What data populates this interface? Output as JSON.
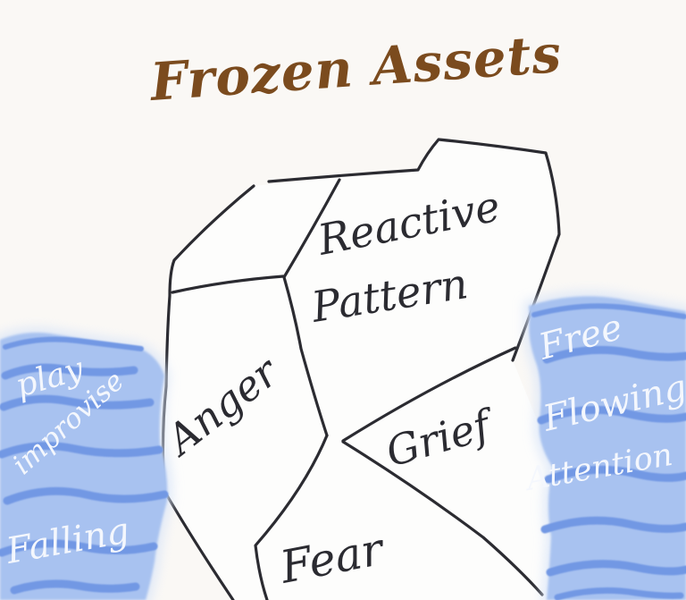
{
  "title": {
    "text": "Frozen Assets",
    "color": "#7b4b1e"
  },
  "iceberg": {
    "ink_color": "#2b2b31",
    "fill_color": "#fdfdfc",
    "labels": {
      "reactive_line1": "Reactive",
      "reactive_line2": "Pattern",
      "anger": "Anger",
      "grief": "Grief",
      "fear": "Fear"
    }
  },
  "water": {
    "fill_color": "#a8c2f0",
    "wave_color": "#7298e4",
    "text_color": "#f4f7fd",
    "left": {
      "word1": "play",
      "word2": "improvise",
      "word3": "Falling"
    },
    "right": {
      "word1": "Free",
      "word2": "Flowing",
      "word3": "Attention"
    }
  },
  "background_color": "#faf8f5"
}
